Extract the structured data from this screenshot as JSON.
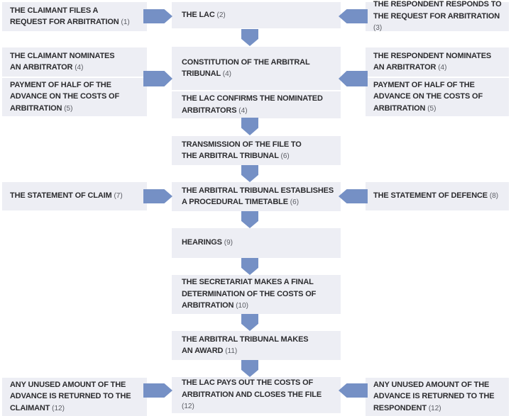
{
  "colors": {
    "box_bg": "#edeef4",
    "arrow": "#7590c5",
    "text": "#2c2c2f",
    "ref": "#5a5c63",
    "canvas_bg": "#ffffff"
  },
  "boxes": {
    "claimant_files": {
      "text": "THE CLAIMANT FILES A\nREQUEST FOR ARBITRATION",
      "ref": "(1)"
    },
    "lac": {
      "text": "THE LAC",
      "ref": "(2)"
    },
    "respondent_responds": {
      "text": "THE RESPONDENT RESPONDS TO\nTHE REQUEST FOR ARBITRATION",
      "ref": "(3)"
    },
    "claimant_nominates": {
      "text": "THE CLAIMANT NOMINATES\nAN ARBITRATOR",
      "ref": "(4)"
    },
    "constitution": {
      "text": "CONSTITUTION OF THE ARBITRAL\nTRIBUNAL",
      "ref": "(4)"
    },
    "respondent_nominates": {
      "text": "THE RESPONDENT NOMINATES\nAN ARBITRATOR",
      "ref": "(4)"
    },
    "lac_confirms": {
      "text": "THE LAC CONFIRMS THE NOMINATED\nARBITRATORS",
      "ref": "(4)"
    },
    "claimant_payment": {
      "text": "PAYMENT OF HALF OF THE\nADVANCE ON THE COSTS OF\nARBITRATION",
      "ref": "(5)"
    },
    "respondent_payment": {
      "text": "PAYMENT OF HALF OF THE\nADVANCE ON THE COSTS OF\nARBITRATION",
      "ref": "(5)"
    },
    "transmission": {
      "text": "TRANSMISSION OF THE FILE TO\nTHE ARBITRAL TRIBUNAL",
      "ref": "(6)"
    },
    "timetable": {
      "text": "THE ARBITRAL TRIBUNAL ESTABLISHES\nA PROCEDURAL TIMETABLE",
      "ref": "(6)"
    },
    "statement_claim": {
      "text": "THE STATEMENT OF CLAIM",
      "ref": "(7)"
    },
    "statement_defence": {
      "text": "THE STATEMENT OF DEFENCE",
      "ref": "(8)"
    },
    "hearings": {
      "text": "HEARINGS",
      "ref": "(9)"
    },
    "secretariat": {
      "text": "THE SECRETARIAT MAKES A FINAL\nDETERMINATION OF THE COSTS OF\nARBITRATION",
      "ref": "(10)"
    },
    "award": {
      "text": "THE ARBITRAL TRIBUNAL MAKES\nAN AWARD",
      "ref": "(11)"
    },
    "lac_pays": {
      "text": "THE LAC PAYS OUT THE COSTS OF\nARBITRATION AND CLOSES THE FILE",
      "ref": "(12)"
    },
    "claimant_refund": {
      "text": "ANY UNUSED AMOUNT OF THE\nADVANCE IS RETURNED TO THE\nCLAIMANT",
      "ref": "(12)"
    },
    "respondent_refund": {
      "text": "ANY UNUSED AMOUNT OF THE\nADVANCE IS RETURNED TO THE\nRESPONDENT",
      "ref": "(12)"
    }
  },
  "arrows": [
    {
      "direction": "right",
      "from": "claimant_files",
      "to": "lac"
    },
    {
      "direction": "left",
      "from": "respondent_responds",
      "to": "lac"
    },
    {
      "direction": "down",
      "from": "lac",
      "to": "constitution"
    },
    {
      "direction": "right",
      "from": "claimant_nominates_payment",
      "to": "constitution"
    },
    {
      "direction": "left",
      "from": "respondent_nominates_payment",
      "to": "constitution"
    },
    {
      "direction": "down",
      "from": "lac_confirms",
      "to": "transmission"
    },
    {
      "direction": "down",
      "from": "transmission",
      "to": "timetable"
    },
    {
      "direction": "right",
      "from": "statement_claim",
      "to": "timetable"
    },
    {
      "direction": "left",
      "from": "statement_defence",
      "to": "timetable"
    },
    {
      "direction": "down",
      "from": "timetable",
      "to": "hearings"
    },
    {
      "direction": "down",
      "from": "hearings",
      "to": "secretariat"
    },
    {
      "direction": "down",
      "from": "secretariat",
      "to": "award"
    },
    {
      "direction": "down",
      "from": "award",
      "to": "lac_pays"
    },
    {
      "direction": "right",
      "from": "claimant_refund",
      "to": "lac_pays"
    },
    {
      "direction": "left",
      "from": "respondent_refund",
      "to": "lac_pays"
    }
  ]
}
